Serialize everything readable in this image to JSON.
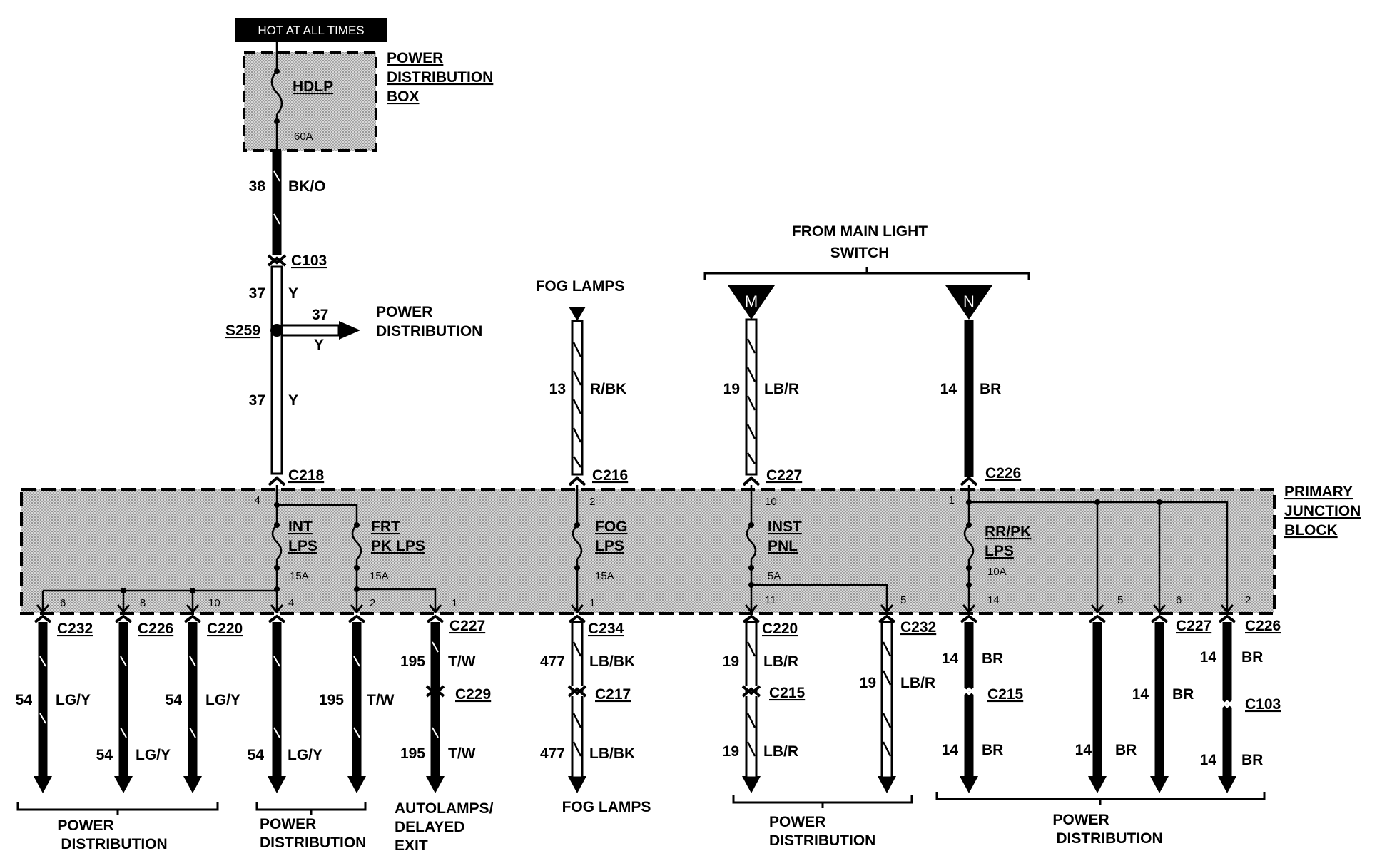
{
  "header": {
    "hot_label": "HOT AT ALL TIMES"
  },
  "power_box": {
    "title": [
      "POWER",
      "DISTRIBUTION",
      "BOX"
    ],
    "fuse_name": "HDLP",
    "fuse_rating": "60A"
  },
  "junction_block": {
    "title": [
      "PRIMARY",
      "JUNCTION",
      "BLOCK"
    ],
    "fuses": [
      {
        "name": [
          "INT",
          "LPS"
        ],
        "rating": "15A"
      },
      {
        "name": [
          "FRT",
          "PK LPS"
        ],
        "rating": "15A"
      },
      {
        "name": [
          "FOG",
          "LPS"
        ],
        "rating": "15A"
      },
      {
        "name": [
          "INST",
          "PNL"
        ],
        "rating": "5A"
      },
      {
        "name": [
          "RR/PK",
          "LPS"
        ],
        "rating": "10A"
      }
    ]
  },
  "main_switch": {
    "title": [
      "FROM MAIN LIGHT",
      "SWITCH"
    ],
    "m": "M",
    "n": "N"
  },
  "top_wires": {
    "w38": {
      "circuit": "38",
      "color": "BK/O"
    },
    "c103": "C103",
    "w37a": {
      "circuit": "37",
      "color": "Y"
    },
    "s259": "S259",
    "branch": {
      "circuit": "37",
      "color": "Y",
      "dest": [
        "POWER",
        "DISTRIBUTION"
      ]
    },
    "w37b": {
      "circuit": "37",
      "color": "Y"
    },
    "c218": "C218",
    "fog_top": "FOG LAMPS",
    "w13": {
      "circuit": "13",
      "color": "R/BK"
    },
    "c216": "C216",
    "w19": {
      "circuit": "19",
      "color": "LB/R"
    },
    "c227": "C227",
    "w14": {
      "circuit": "14",
      "color": "BR"
    },
    "c226": "C226"
  },
  "pins": {
    "p4a": "4",
    "p4b": "4",
    "p6": "6",
    "p8": "8",
    "p10": "10",
    "p2a": "2",
    "p1a": "1",
    "p2b": "2",
    "p1b": "1",
    "p10b": "10",
    "p11": "11",
    "p5a": "5",
    "p1c": "1",
    "p14": "14",
    "p5b": "5",
    "p6b": "6",
    "p2c": "2"
  },
  "bottom": {
    "c232a": "C232",
    "c226a": "C226",
    "c220a": "C220",
    "c227a": "C227",
    "c229": "C229",
    "c234": "C234",
    "c217": "C217",
    "c220b": "C220",
    "c215a": "C215",
    "c232b": "C232",
    "c215b": "C215",
    "c227b": "C227",
    "c226b": "C226",
    "c103b": "C103",
    "w54a": {
      "circuit": "54",
      "color": "LG/Y"
    },
    "w54b": {
      "circuit": "54",
      "color": "LG/Y"
    },
    "w54c": {
      "circuit": "54",
      "color": "LG/Y"
    },
    "w54d": {
      "circuit": "54",
      "color": "LG/Y"
    },
    "w195a": {
      "circuit": "195",
      "color": "T/W"
    },
    "w195b": {
      "circuit": "195",
      "color": "T/W"
    },
    "w195c": {
      "circuit": "195",
      "color": "T/W"
    },
    "w477a": {
      "circuit": "477",
      "color": "LB/BK"
    },
    "w477b": {
      "circuit": "477",
      "color": "LB/BK"
    },
    "w19a": {
      "circuit": "19",
      "color": "LB/R"
    },
    "w19b": {
      "circuit": "19",
      "color": "LB/R"
    },
    "w19c": {
      "circuit": "19",
      "color": "LB/R"
    },
    "w14a": {
      "circuit": "14",
      "color": "BR"
    },
    "w14b": {
      "circuit": "14",
      "color": "BR"
    },
    "w14c": {
      "circuit": "14",
      "color": "BR"
    },
    "w14d": {
      "circuit": "14",
      "color": "BR"
    },
    "w14e": {
      "circuit": "14",
      "color": "BR"
    },
    "w14f": {
      "circuit": "14",
      "color": "BR"
    },
    "dest1": [
      "POWER",
      "DISTRIBUTION"
    ],
    "dest2": [
      "POWER",
      "DISTRIBUTION"
    ],
    "dest3": [
      "AUTOLAMPS/",
      "DELAYED",
      "EXIT"
    ],
    "dest4": "FOG LAMPS",
    "dest5": [
      "POWER",
      "DISTRIBUTION"
    ],
    "dest6": [
      "POWER",
      "DISTRIBUTION"
    ]
  }
}
